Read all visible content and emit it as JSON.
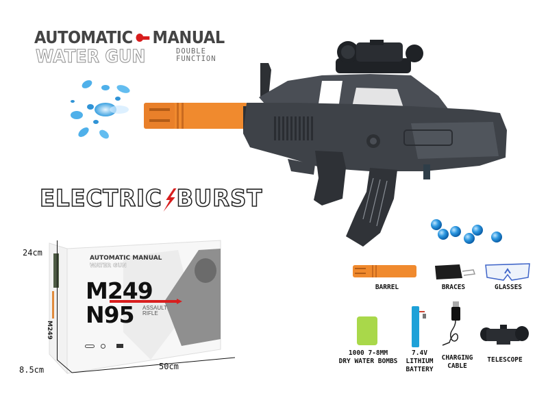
{
  "headline": {
    "line1_left": "AUTOMATIC",
    "line1_right": "MANUAL",
    "line2_big": "WATER GUN",
    "line2_small_1": "DOUBLE",
    "line2_small_2": "FUNCTION",
    "switch_icon": "toggle-switch-icon",
    "switch_color": "#d81e1e"
  },
  "tagline": {
    "left": "ELECTRIC",
    "right": "BURST",
    "bolt_icon": "lightning-bolt-icon",
    "bolt_color": "#d81e1e"
  },
  "product": {
    "name": "water gel blaster rifle",
    "barrel_color": "#f08a2e",
    "body_color": "#3a3d42"
  },
  "box": {
    "header": "AUTOMATIC MANUAL",
    "subheader": "WATER GUN",
    "model_line1": "M249",
    "model_line2": "N95",
    "type_line1": "ASSAULT",
    "type_line2": "RIFLE",
    "side_text": "M249",
    "dimensions": {
      "height": "24cm",
      "depth": "8.5cm",
      "width": "50cm"
    }
  },
  "accessories": [
    {
      "id": "barrel",
      "lines": [
        "BARREL"
      ]
    },
    {
      "id": "braces",
      "lines": [
        "BRACES"
      ]
    },
    {
      "id": "glasses",
      "lines": [
        "GLASSES"
      ]
    },
    {
      "id": "water-bombs",
      "lines": [
        "1000 7-8MM",
        "DRY WATER BOMBS"
      ]
    },
    {
      "id": "battery",
      "lines": [
        "7.4V",
        "LITHIUM",
        "BATTERY"
      ]
    },
    {
      "id": "cable",
      "lines": [
        "CHARGING",
        "CABLE"
      ]
    },
    {
      "id": "telescope",
      "lines": [
        "TELESCOPE"
      ]
    }
  ]
}
